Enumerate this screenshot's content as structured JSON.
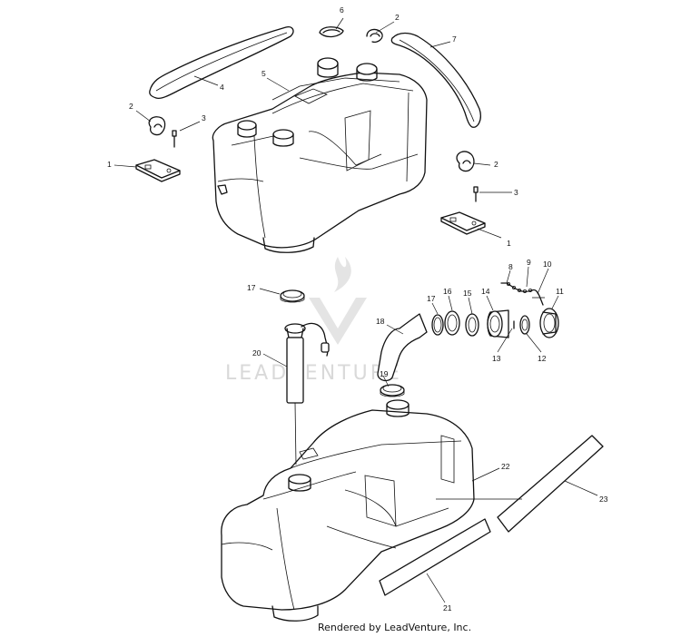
{
  "callouts": {
    "c1a": "1",
    "c1b": "1",
    "c2a": "2",
    "c2b": "2",
    "c2c": "2",
    "c3a": "3",
    "c3b": "3",
    "c4": "4",
    "c5": "5",
    "c6": "6",
    "c7": "7",
    "c8": "8",
    "c9": "9",
    "c10": "10",
    "c11": "11",
    "c12": "12",
    "c13": "13",
    "c14": "14",
    "c15": "15",
    "c16": "16",
    "c17a": "17",
    "c17b": "17",
    "c18": "18",
    "c19": "19",
    "c20": "20",
    "c21": "21",
    "c22": "22",
    "c23": "23"
  },
  "watermark": {
    "text": "LEADVENTURE",
    "logo_icon": "flame-v-logo-icon"
  },
  "footer": {
    "text": "Rendered by LeadVenture, Inc."
  }
}
